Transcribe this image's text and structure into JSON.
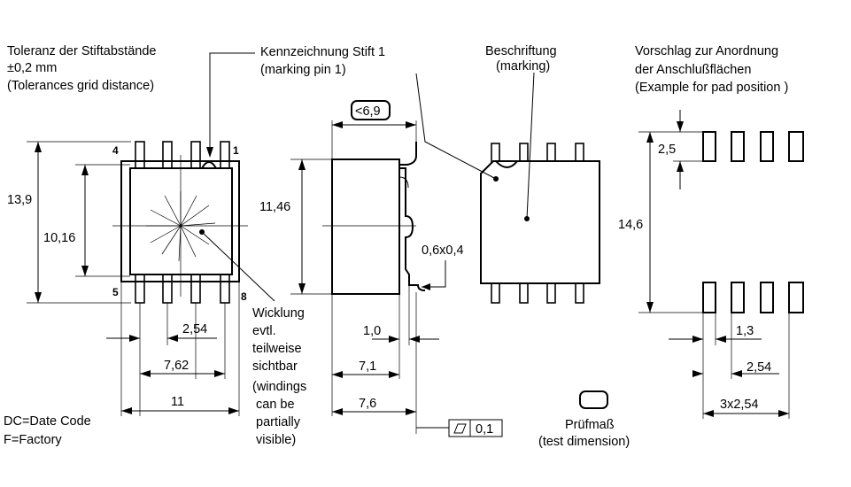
{
  "notes": {
    "tolerance": [
      "Toleranz der Stiftabstände",
      "±0,2 mm",
      "(Tolerances grid distance)"
    ],
    "marking_pin": [
      "Kennzeichnung Stift 1",
      "(marking pin 1)"
    ],
    "inscription": [
      "Beschriftung",
      "(marking)"
    ],
    "pad_layout": [
      "Vorschlag zur Anordnung",
      "der Anschlußflächen",
      "(Example for pad position )"
    ],
    "winding": [
      "Wicklung",
      "evtl.",
      "teilweise",
      "sichtbar",
      "(windings",
      " can be",
      " partially",
      " visible)"
    ],
    "date_code": [
      "DC=Date Code",
      "F=Factory"
    ],
    "test_dim": [
      "Prüfmaß",
      "(test dimension)"
    ]
  },
  "pin_labels": {
    "pin4": "4",
    "pin1": "1",
    "pin5": "5",
    "pin8": "8"
  },
  "dimensions": {
    "overall_height": "13,9",
    "body_height": "10,16",
    "pitch": "2,54",
    "pin_span": "7,62",
    "overall_width": "11",
    "max_thickness": "<6,9",
    "side_height": "11,46",
    "lead_section": "0,6x0,4",
    "standoff": "1,0",
    "body_depth": "7,1",
    "total_depth": "7,6",
    "flatness": "0,1",
    "pad_length": "2,5",
    "pad_span": "14,6",
    "pad_width": "1,3",
    "pad_pitch": "2,54",
    "pad_total": "3x2,54"
  }
}
